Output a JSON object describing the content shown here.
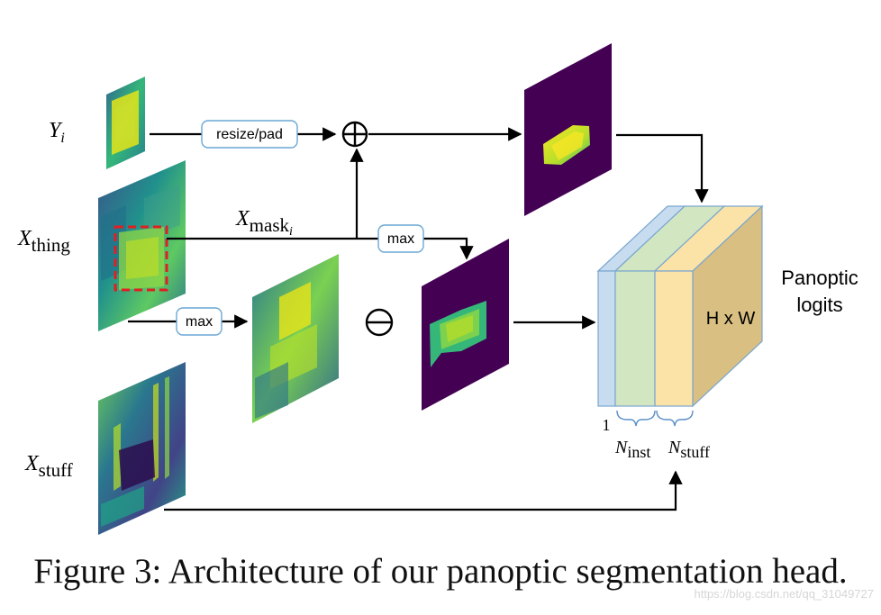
{
  "labels": {
    "y_i_main": "Y",
    "y_i_sub": "i",
    "x_thing_main": "X",
    "x_thing_sub": "thing",
    "x_mask_main": "X",
    "x_mask_sub": "mask",
    "x_mask_subsub": "i",
    "x_stuff_main": "X",
    "x_stuff_sub": "stuff",
    "n_inst_main": "N",
    "n_inst_sub": "inst",
    "n_stuff_main": "N",
    "n_stuff_sub": "stuff",
    "one": "1",
    "hxw": "H x W",
    "panoptic_line1": "Panoptic",
    "panoptic_line2": "logits"
  },
  "ops": {
    "resize_pad": "resize/pad",
    "max_top": "max",
    "max_left": "max",
    "plus_symbol": "⊕",
    "minus_symbol": "⊖"
  },
  "caption": "Figure 3: Architecture of our panoptic segmentation head.",
  "watermark": "https://blog.csdn.net/qq_31049727",
  "colors": {
    "stack_blue": "#c7dcef",
    "stack_green": "#d3e6c2",
    "stack_yellow": "#fbe3a8",
    "stack_side": "#d9bf82",
    "viridis_dark": "#440154",
    "viridis_teal": "#2a8a8a",
    "viridis_yellow": "#e8e52a",
    "dashed_box": "#e02020",
    "box_border": "#6aa7d6"
  }
}
